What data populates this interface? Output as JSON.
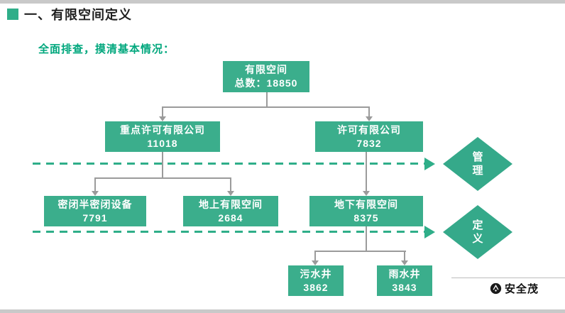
{
  "header": {
    "title": "一、有限空间定义",
    "subtitle": "全面排查，摸清基本情况："
  },
  "tree": {
    "root": {
      "name": "有限空间",
      "count": "总数：18850"
    },
    "key_permit": {
      "name": "重点许可有限公司",
      "count": "11018"
    },
    "permit": {
      "name": "许可有限公司",
      "count": "7832"
    },
    "sealed": {
      "name": "密闭半密闭设备",
      "count": "7791"
    },
    "above": {
      "name": "地上有限空间",
      "count": "2684"
    },
    "below": {
      "name": "地下有限空间",
      "count": "8375"
    },
    "sewage": {
      "name": "污水井",
      "count": "3862"
    },
    "rain": {
      "name": "雨水井",
      "count": "3843"
    }
  },
  "diamonds": {
    "management": {
      "line1": "管",
      "line2": "理"
    },
    "definition": {
      "line1": "定",
      "line2": "义"
    }
  },
  "footer": {
    "brand": "安全茂"
  },
  "colors": {
    "node_green": "#3bae8c",
    "diamond_green": "#35a98a",
    "accent_green": "#2fae89",
    "subtitle_green": "#00a77d",
    "connector_gray": "#9b9b9b"
  }
}
